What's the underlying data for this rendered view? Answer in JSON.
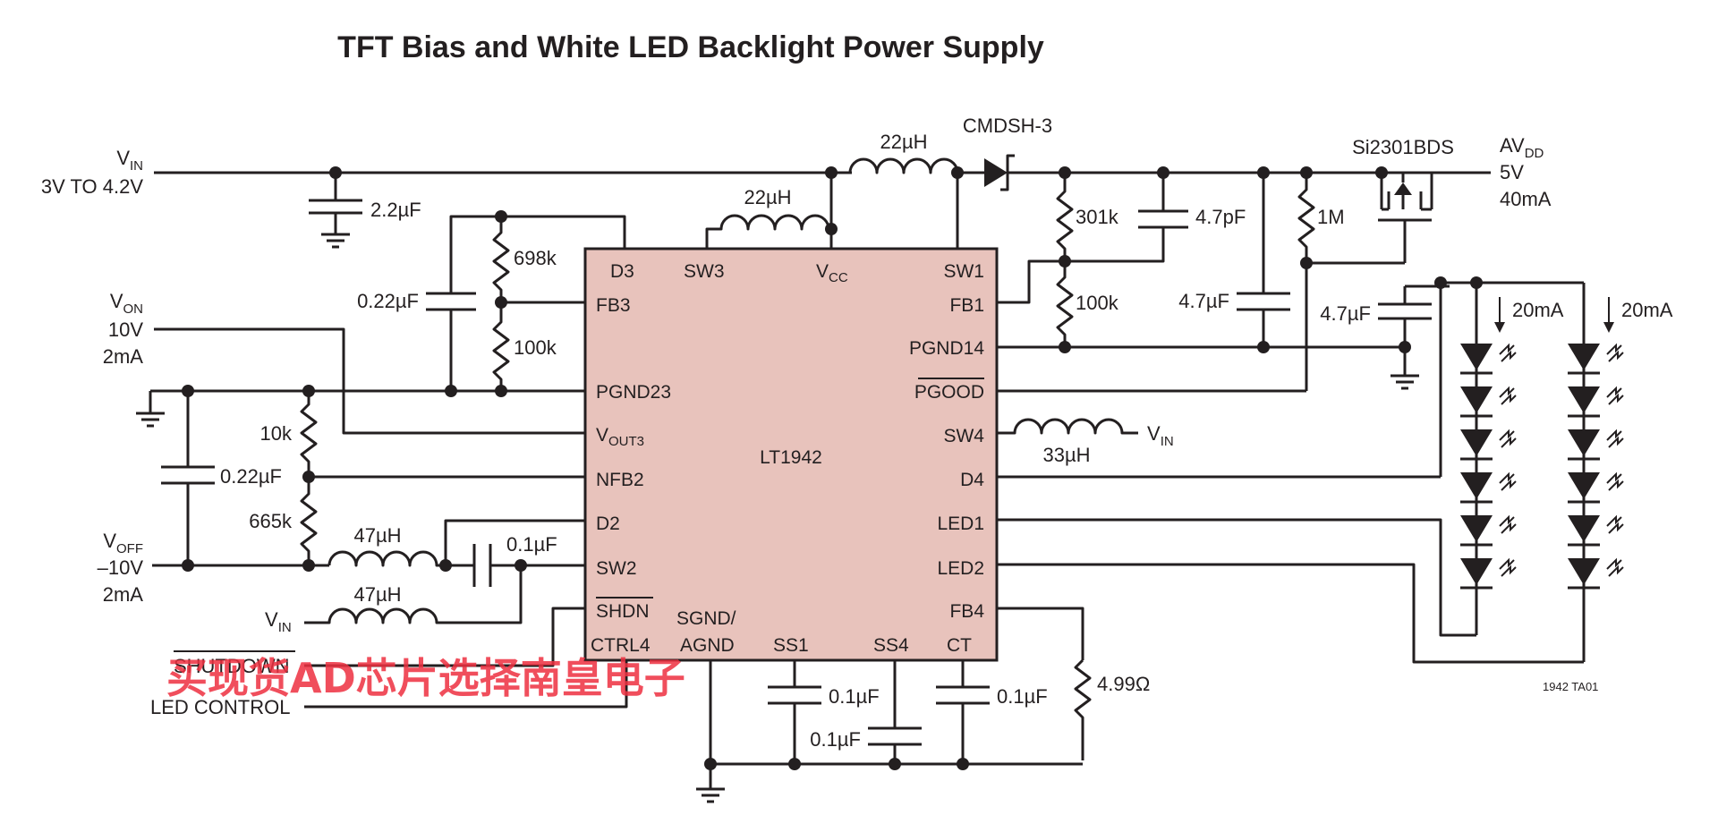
{
  "title": "TFT Bias and White LED Backlight Power Supply",
  "chip": {
    "name": "LT1942",
    "pins_left": [
      "D3",
      "FB3",
      "PGND23",
      "NFB2",
      "D2",
      "SW2"
    ],
    "vout3": {
      "main": "V",
      "sub": "OUT3"
    },
    "shdn": "SHDN",
    "ctrl4": "CTRL4",
    "pins_top": {
      "sw3": "SW3",
      "vcc_main": "V",
      "vcc_sub": "CC",
      "sw1": "SW1"
    },
    "pins_right": [
      "FB1",
      "PGND14",
      "PGOOD",
      "SW4",
      "D4",
      "LED1",
      "LED2",
      "FB4"
    ],
    "pins_bottom": {
      "sgnd": "SGND/",
      "agnd": "AGND",
      "ss1": "SS1",
      "ss4": "SS4",
      "ct": "CT"
    }
  },
  "inputs": {
    "vin": {
      "main": "V",
      "sub": "IN",
      "range": "3V TO 4.2V"
    },
    "von": {
      "main": "V",
      "sub": "ON",
      "volt": "10V",
      "current": "2mA"
    },
    "voff": {
      "main": "V",
      "sub": "OFF",
      "volt": "–10V",
      "current": "2mA"
    },
    "vin2": {
      "main": "V",
      "sub": "IN"
    },
    "vin4": {
      "main": "V",
      "sub": "IN"
    },
    "shutdown": "SHUTDOWN",
    "led_control": "LED CONTROL"
  },
  "output": {
    "main": "AV",
    "sub": "DD",
    "volt": "5V",
    "current": "40mA"
  },
  "components": {
    "c_in": "2.2µF",
    "l_sw3": "22µH",
    "l_top": "22µH",
    "diode": "CMDSH-3",
    "mosfet": "Si2301BDS",
    "r301k": "301k",
    "c47pf": "4.7pF",
    "r1m": "1M",
    "r100k_fb1": "100k",
    "c47uf_a": "4.7µF",
    "c47uf_b": "4.7µF",
    "r698k": "698k",
    "c022_a": "0.22µF",
    "r100k_fb3": "100k",
    "r10k": "10k",
    "c022_b": "0.22µF",
    "r665k": "665k",
    "l47_a": "47µH",
    "l47_b": "47µH",
    "c01_sw2": "0.1µF",
    "l33": "33µH",
    "c01_ss1": "0.1µF",
    "c01_ss4": "0.1µF",
    "c01_ct": "0.1µF",
    "r499": "4.99Ω",
    "i_led1": "20mA",
    "i_led2": "20mA"
  },
  "figure_id": "1942 TA01",
  "watermark": "买现货AD芯片选择南皇电子"
}
